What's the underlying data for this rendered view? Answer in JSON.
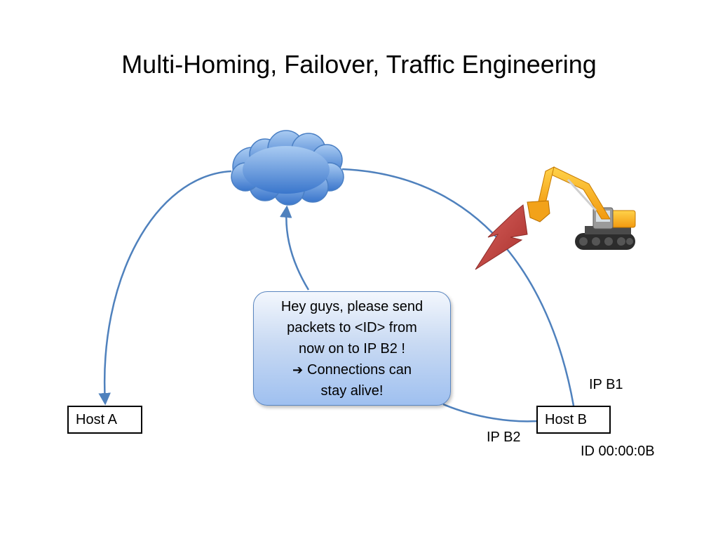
{
  "title": "Multi-Homing, Failover, Traffic Engineering",
  "hosts": {
    "a": "Host A",
    "b": "Host B"
  },
  "labels": {
    "ip_b1": "IP B1",
    "ip_b2": "IP B2",
    "id_b": "ID 00:00:0B"
  },
  "callout": {
    "lines": [
      "Hey guys, please send",
      "packets to <ID> from",
      "now on to IP B2 !",
      "Connections can",
      "stay alive!"
    ],
    "arrow_glyph": "➔"
  },
  "icons": {
    "cloud": "cloud-icon",
    "lightning": "lightning-icon",
    "excavator": "excavator-icon"
  },
  "colors": {
    "link": "#4f81bd",
    "cloud_top": "#8cb8ec",
    "cloud_bottom": "#3b78cf",
    "lightning": "#c0504d",
    "excavator": "#f7a21b"
  }
}
